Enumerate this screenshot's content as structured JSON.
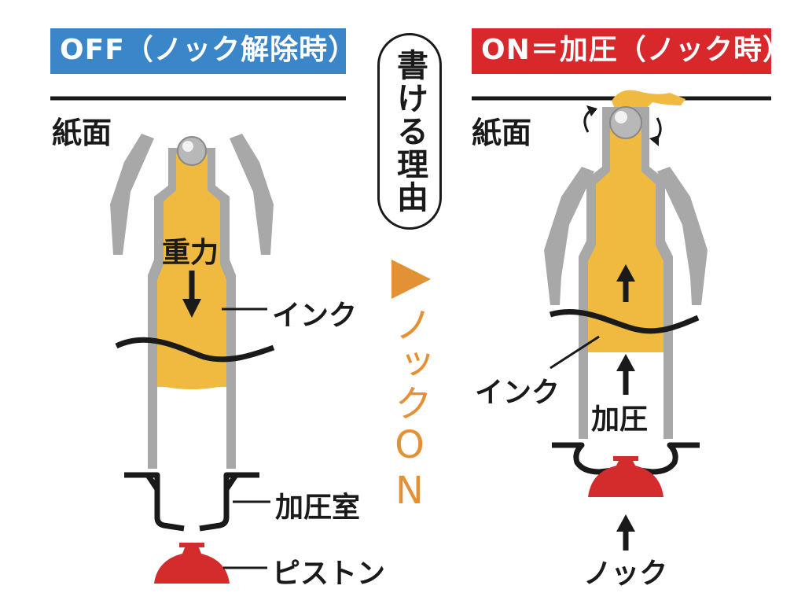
{
  "left_panel": {
    "title": "OFF（ノック解除時）",
    "paper_label": "紙面",
    "gravity_label": "重力",
    "ink_label": "インク",
    "chamber_label": "加圧室",
    "piston_label": "ピストン"
  },
  "center": {
    "reason_label": "書ける理由",
    "knock_on_label": "ノックON"
  },
  "right_panel": {
    "title": "ON＝加圧（ノック時）",
    "paper_label": "紙面",
    "ink_label": "インク",
    "pressure_label": "加圧",
    "knock_label": "ノック"
  },
  "colors": {
    "off_banner": "#3a86c8",
    "on_banner": "#d8282c",
    "ink": "#f0b93f",
    "barrel": "#a8a8a8",
    "piston": "#d42c2c",
    "knock_arrow": "#e39135"
  }
}
